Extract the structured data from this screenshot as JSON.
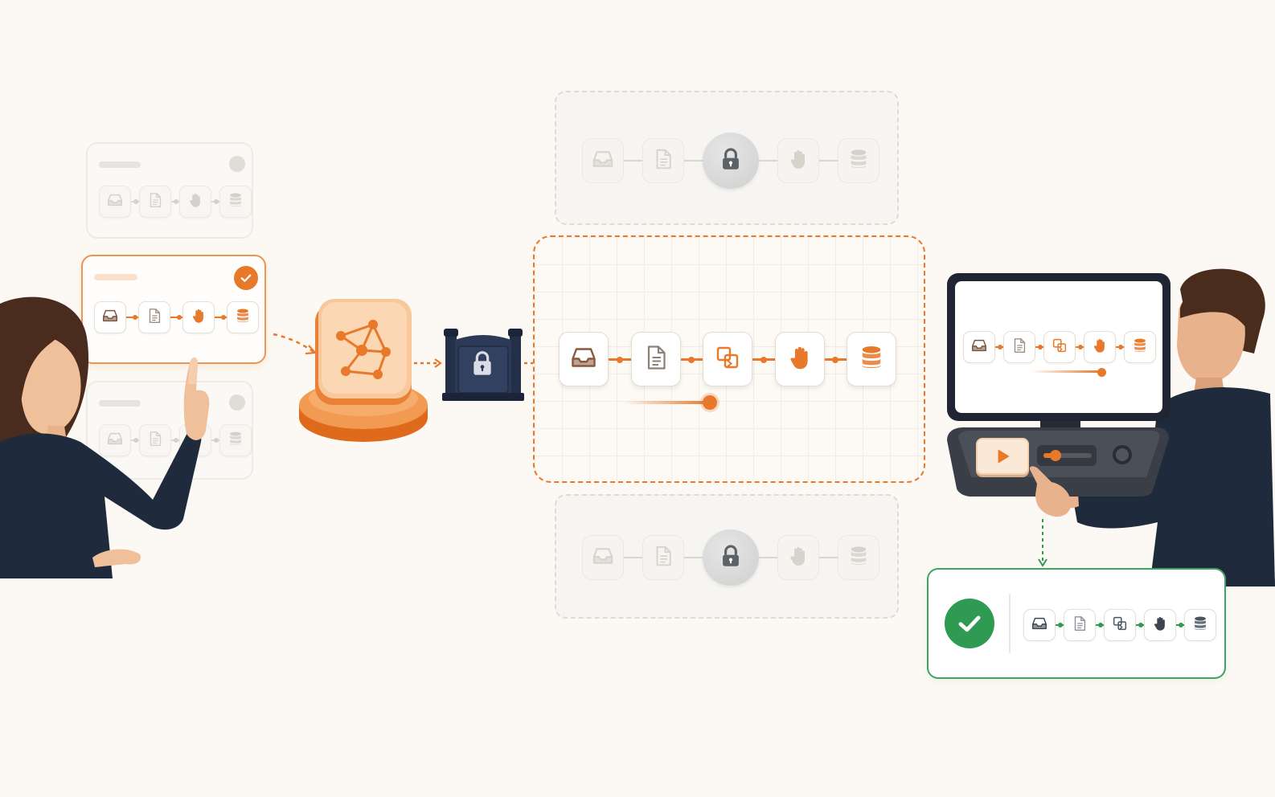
{
  "colors": {
    "accent": "#e8782a",
    "accent_light": "#f6b98a",
    "navy": "#1e2a3e",
    "success": "#2e9a52",
    "faded": "#cfcac4",
    "background": "#fcf9f4"
  },
  "pipeline_steps": [
    "inbox-icon",
    "document-icon",
    "transform-icon",
    "hand-icon",
    "database-icon"
  ],
  "left_cards": {
    "top": {
      "state": "inactive",
      "steps": [
        "inbox-icon",
        "document-icon",
        "hand-icon",
        "database-icon"
      ]
    },
    "selected": {
      "state": "selected",
      "steps": [
        "inbox-icon",
        "document-icon",
        "hand-icon",
        "database-icon"
      ]
    },
    "bottom": {
      "state": "inactive",
      "steps": [
        "inbox-icon",
        "document-icon",
        "hand-icon",
        "database-icon"
      ]
    }
  },
  "hub": {
    "icon": "network-graph-icon"
  },
  "gate": {
    "icon": "padlock-icon"
  },
  "locked_lanes": [
    {
      "position": "top",
      "steps": [
        "inbox-icon",
        "document-icon",
        "padlock-icon",
        "hand-icon",
        "database-icon"
      ]
    },
    {
      "position": "bottom",
      "steps": [
        "inbox-icon",
        "document-icon",
        "padlock-icon",
        "hand-icon",
        "database-icon"
      ]
    }
  ],
  "active_lane": {
    "progress": 0.5
  },
  "monitor": {
    "steps": [
      "inbox-icon",
      "document-icon",
      "transform-icon",
      "hand-icon",
      "database-icon"
    ],
    "progress": 0.55
  },
  "console": {
    "play_icon": "play-icon",
    "slider_value": 0.25
  },
  "result_card": {
    "status_icon": "checkmark-icon",
    "steps": [
      "inbox-icon",
      "document-icon",
      "transform-icon",
      "hand-icon",
      "database-icon"
    ]
  }
}
